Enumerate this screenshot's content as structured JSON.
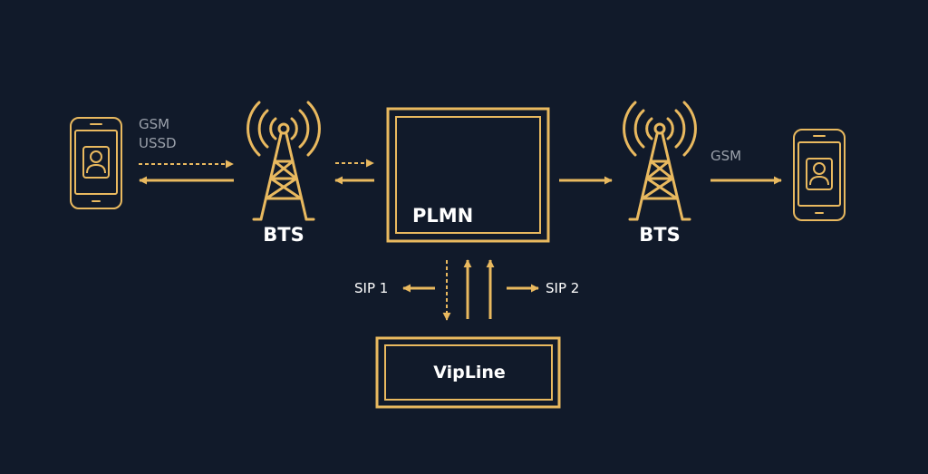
{
  "colors": {
    "background": "#111a2a",
    "accent": "#e9b95f",
    "text": "#ffffff",
    "muted": "#9aa0aa"
  },
  "left_phone": {
    "icon": "smartphone-user-icon"
  },
  "left_link": {
    "label_line1": "GSM",
    "label_line2": "USSD"
  },
  "left_tower": {
    "icon": "cell-tower-icon",
    "label": "BTS"
  },
  "plmn": {
    "label": "PLMN"
  },
  "right_tower": {
    "icon": "cell-tower-icon",
    "label": "BTS"
  },
  "right_link": {
    "label": "GSM"
  },
  "right_phone": {
    "icon": "smartphone-user-icon"
  },
  "sip": {
    "left_label": "SIP 1",
    "right_label": "SIP 2"
  },
  "vipline": {
    "label": "VipLine"
  }
}
